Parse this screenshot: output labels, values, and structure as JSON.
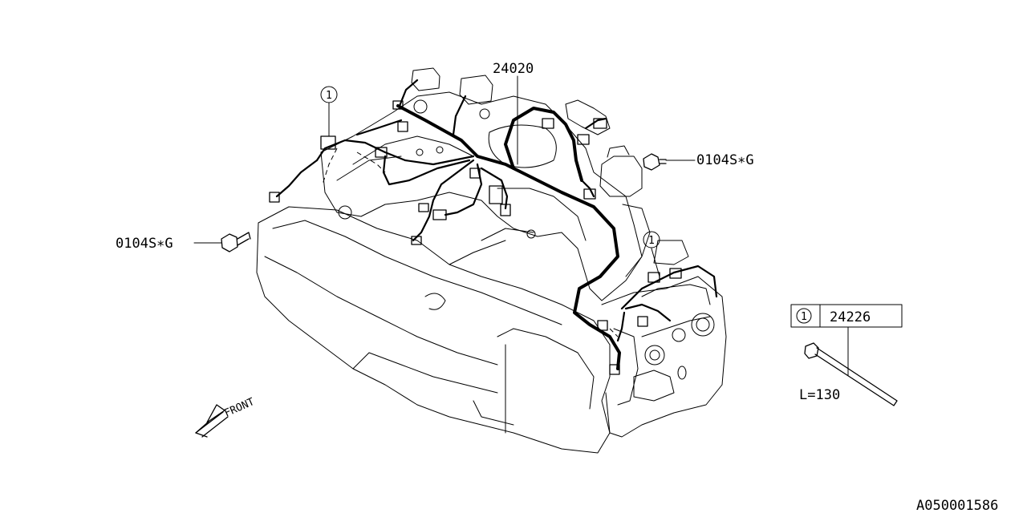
{
  "callouts": {
    "harness_part": "24020",
    "bolt_upper": "0104S∗G",
    "bolt_left": "0104S∗G",
    "ref_marker": "1",
    "tie_part": "24226",
    "tie_length": "L=130",
    "front_label": "FRONT"
  },
  "footer": {
    "diagram_id": "A050001586"
  }
}
